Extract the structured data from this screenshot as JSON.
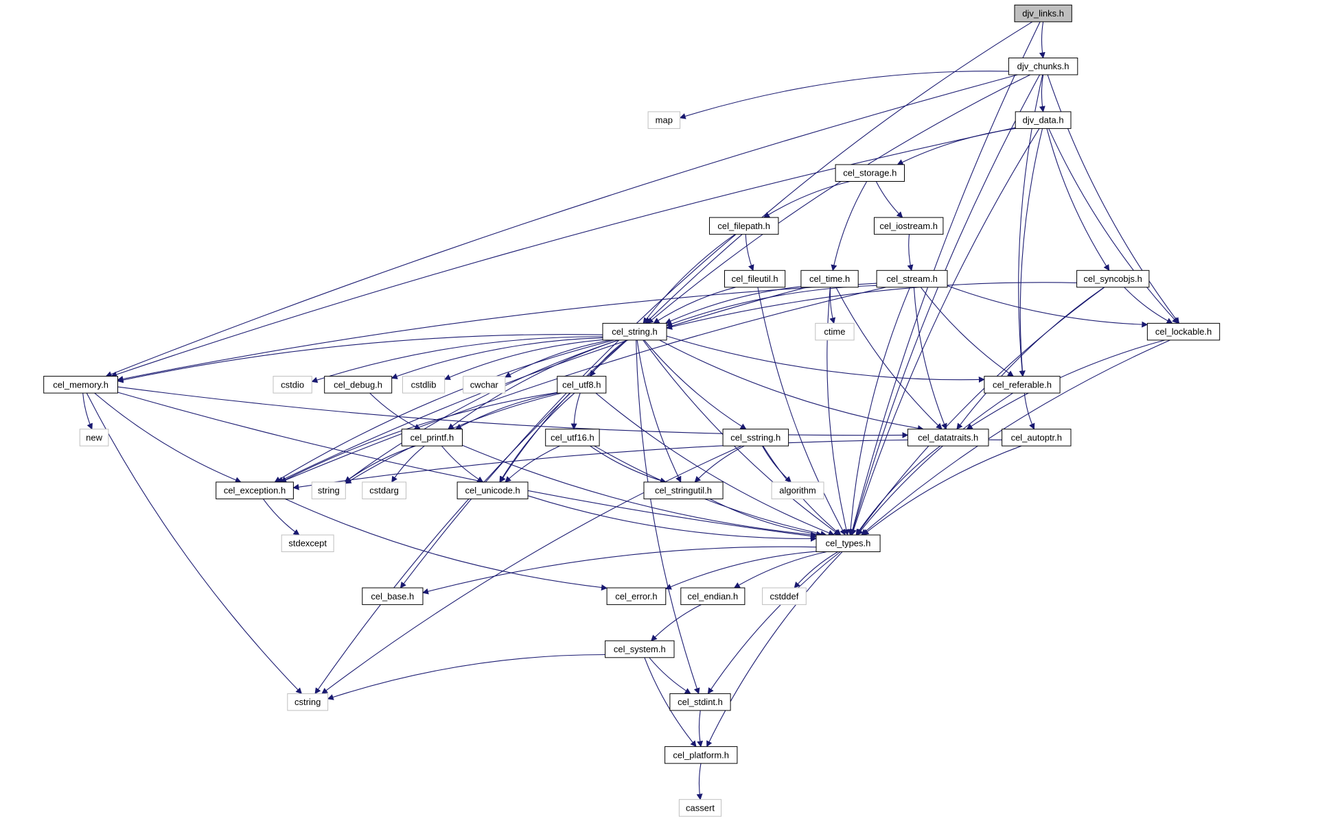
{
  "colors": {
    "edge": "#191970",
    "node_border": "#000000",
    "external_border": "#bfbfbf",
    "root_fill": "#bfbfbf",
    "background": "#ffffff"
  },
  "nodes": [
    {
      "id": "djv_links",
      "label": "djv_links.h",
      "kind": "root"
    },
    {
      "id": "djv_chunks",
      "label": "djv_chunks.h",
      "kind": "header"
    },
    {
      "id": "map",
      "label": "map",
      "kind": "external"
    },
    {
      "id": "djv_data",
      "label": "djv_data.h",
      "kind": "header"
    },
    {
      "id": "cel_storage",
      "label": "cel_storage.h",
      "kind": "header"
    },
    {
      "id": "cel_filepath",
      "label": "cel_filepath.h",
      "kind": "header"
    },
    {
      "id": "cel_iostream",
      "label": "cel_iostream.h",
      "kind": "header"
    },
    {
      "id": "cel_fileutil",
      "label": "cel_fileutil.h",
      "kind": "header"
    },
    {
      "id": "cel_time",
      "label": "cel_time.h",
      "kind": "header"
    },
    {
      "id": "cel_stream",
      "label": "cel_stream.h",
      "kind": "header"
    },
    {
      "id": "cel_syncobjs",
      "label": "cel_syncobjs.h",
      "kind": "header"
    },
    {
      "id": "ctime",
      "label": "ctime",
      "kind": "external"
    },
    {
      "id": "cel_lockable",
      "label": "cel_lockable.h",
      "kind": "header"
    },
    {
      "id": "cel_string",
      "label": "cel_string.h",
      "kind": "header"
    },
    {
      "id": "cel_memory",
      "label": "cel_memory.h",
      "kind": "header"
    },
    {
      "id": "cstdio",
      "label": "cstdio",
      "kind": "external"
    },
    {
      "id": "cel_debug",
      "label": "cel_debug.h",
      "kind": "header"
    },
    {
      "id": "cstdlib",
      "label": "cstdlib",
      "kind": "external"
    },
    {
      "id": "cwchar",
      "label": "cwchar",
      "kind": "external"
    },
    {
      "id": "cel_utf8",
      "label": "cel_utf8.h",
      "kind": "header"
    },
    {
      "id": "cel_referable",
      "label": "cel_referable.h",
      "kind": "header"
    },
    {
      "id": "new",
      "label": "new",
      "kind": "external"
    },
    {
      "id": "cel_printf",
      "label": "cel_printf.h",
      "kind": "header"
    },
    {
      "id": "cel_utf16",
      "label": "cel_utf16.h",
      "kind": "header"
    },
    {
      "id": "cel_sstring",
      "label": "cel_sstring.h",
      "kind": "header"
    },
    {
      "id": "cel_datatraits",
      "label": "cel_datatraits.h",
      "kind": "header"
    },
    {
      "id": "cel_autoptr",
      "label": "cel_autoptr.h",
      "kind": "header"
    },
    {
      "id": "cel_exception",
      "label": "cel_exception.h",
      "kind": "header"
    },
    {
      "id": "string",
      "label": "string",
      "kind": "external"
    },
    {
      "id": "cstdarg",
      "label": "cstdarg",
      "kind": "external"
    },
    {
      "id": "cel_unicode",
      "label": "cel_unicode.h",
      "kind": "header"
    },
    {
      "id": "cel_stringutil",
      "label": "cel_stringutil.h",
      "kind": "header"
    },
    {
      "id": "algorithm",
      "label": "algorithm",
      "kind": "external"
    },
    {
      "id": "stdexcept",
      "label": "stdexcept",
      "kind": "external"
    },
    {
      "id": "cel_types",
      "label": "cel_types.h",
      "kind": "header"
    },
    {
      "id": "cel_base",
      "label": "cel_base.h",
      "kind": "header"
    },
    {
      "id": "cel_error",
      "label": "cel_error.h",
      "kind": "header"
    },
    {
      "id": "cel_endian",
      "label": "cel_endian.h",
      "kind": "header"
    },
    {
      "id": "cstddef",
      "label": "cstddef",
      "kind": "external"
    },
    {
      "id": "cel_system",
      "label": "cel_system.h",
      "kind": "header"
    },
    {
      "id": "cel_stdint",
      "label": "cel_stdint.h",
      "kind": "header"
    },
    {
      "id": "cstring",
      "label": "cstring",
      "kind": "external"
    },
    {
      "id": "cel_platform",
      "label": "cel_platform.h",
      "kind": "header"
    },
    {
      "id": "cassert",
      "label": "cassert",
      "kind": "external"
    }
  ],
  "edges": [
    {
      "from": "djv_links",
      "to": "djv_chunks"
    },
    {
      "from": "djv_links",
      "to": "cel_string"
    },
    {
      "from": "djv_links",
      "to": "cel_types"
    },
    {
      "from": "djv_chunks",
      "to": "map"
    },
    {
      "from": "djv_chunks",
      "to": "djv_data"
    },
    {
      "from": "djv_chunks",
      "to": "cel_memory"
    },
    {
      "from": "djv_chunks",
      "to": "cel_string"
    },
    {
      "from": "djv_chunks",
      "to": "cel_referable"
    },
    {
      "from": "djv_chunks",
      "to": "cel_lockable"
    },
    {
      "from": "djv_chunks",
      "to": "cel_types"
    },
    {
      "from": "djv_data",
      "to": "cel_storage"
    },
    {
      "from": "djv_data",
      "to": "cel_memory"
    },
    {
      "from": "djv_data",
      "to": "cel_referable"
    },
    {
      "from": "djv_data",
      "to": "cel_syncobjs"
    },
    {
      "from": "djv_data",
      "to": "cel_lockable"
    },
    {
      "from": "djv_data",
      "to": "cel_types"
    },
    {
      "from": "cel_storage",
      "to": "cel_filepath"
    },
    {
      "from": "cel_storage",
      "to": "cel_iostream"
    },
    {
      "from": "cel_storage",
      "to": "cel_time"
    },
    {
      "from": "cel_filepath",
      "to": "cel_fileutil"
    },
    {
      "from": "cel_filepath",
      "to": "cel_string"
    },
    {
      "from": "cel_filepath",
      "to": "cel_base"
    },
    {
      "from": "cel_iostream",
      "to": "cel_stream"
    },
    {
      "from": "cel_fileutil",
      "to": "cel_string"
    },
    {
      "from": "cel_fileutil",
      "to": "cel_types"
    },
    {
      "from": "cel_time",
      "to": "ctime"
    },
    {
      "from": "cel_time",
      "to": "cel_string"
    },
    {
      "from": "cel_time",
      "to": "cel_exception"
    },
    {
      "from": "cel_time",
      "to": "cel_datatraits"
    },
    {
      "from": "cel_time",
      "to": "cel_types"
    },
    {
      "from": "cel_stream",
      "to": "cel_string"
    },
    {
      "from": "cel_stream",
      "to": "cel_memory"
    },
    {
      "from": "cel_stream",
      "to": "cel_exception"
    },
    {
      "from": "cel_stream",
      "to": "cel_referable"
    },
    {
      "from": "cel_stream",
      "to": "cel_lockable"
    },
    {
      "from": "cel_stream",
      "to": "cel_datatraits"
    },
    {
      "from": "cel_stream",
      "to": "cel_types"
    },
    {
      "from": "cel_syncobjs",
      "to": "cel_string"
    },
    {
      "from": "cel_syncobjs",
      "to": "cel_lockable"
    },
    {
      "from": "cel_syncobjs",
      "to": "cel_datatraits"
    },
    {
      "from": "cel_syncobjs",
      "to": "cel_types"
    },
    {
      "from": "cel_lockable",
      "to": "cel_datatraits"
    },
    {
      "from": "cel_lockable",
      "to": "cel_types"
    },
    {
      "from": "cel_string",
      "to": "cel_memory"
    },
    {
      "from": "cel_string",
      "to": "cstdio"
    },
    {
      "from": "cel_string",
      "to": "cel_debug"
    },
    {
      "from": "cel_string",
      "to": "cstdlib"
    },
    {
      "from": "cel_string",
      "to": "cwchar"
    },
    {
      "from": "cel_string",
      "to": "cel_utf8"
    },
    {
      "from": "cel_string",
      "to": "cel_referable"
    },
    {
      "from": "cel_string",
      "to": "cel_printf"
    },
    {
      "from": "cel_string",
      "to": "cel_sstring"
    },
    {
      "from": "cel_string",
      "to": "cel_datatraits"
    },
    {
      "from": "cel_string",
      "to": "cel_exception"
    },
    {
      "from": "cel_string",
      "to": "string"
    },
    {
      "from": "cel_string",
      "to": "cel_unicode"
    },
    {
      "from": "cel_string",
      "to": "cel_stringutil"
    },
    {
      "from": "cel_string",
      "to": "cel_types"
    },
    {
      "from": "cel_string",
      "to": "cstring"
    },
    {
      "from": "cel_string",
      "to": "cel_stdint"
    },
    {
      "from": "cel_memory",
      "to": "new"
    },
    {
      "from": "cel_memory",
      "to": "cel_exception"
    },
    {
      "from": "cel_memory",
      "to": "cel_datatraits"
    },
    {
      "from": "cel_memory",
      "to": "cel_types"
    },
    {
      "from": "cel_memory",
      "to": "cstring"
    },
    {
      "from": "cel_debug",
      "to": "cel_printf"
    },
    {
      "from": "cel_utf8",
      "to": "cel_printf"
    },
    {
      "from": "cel_utf8",
      "to": "cel_utf16"
    },
    {
      "from": "cel_utf8",
      "to": "cel_exception"
    },
    {
      "from": "cel_utf8",
      "to": "string"
    },
    {
      "from": "cel_utf8",
      "to": "cel_unicode"
    },
    {
      "from": "cel_utf8",
      "to": "cel_types"
    },
    {
      "from": "cel_referable",
      "to": "cel_autoptr"
    },
    {
      "from": "cel_referable",
      "to": "cel_types"
    },
    {
      "from": "cel_printf",
      "to": "string"
    },
    {
      "from": "cel_printf",
      "to": "cstdarg"
    },
    {
      "from": "cel_printf",
      "to": "cel_unicode"
    },
    {
      "from": "cel_printf",
      "to": "cel_types"
    },
    {
      "from": "cel_utf16",
      "to": "cel_unicode"
    },
    {
      "from": "cel_utf16",
      "to": "cel_stringutil"
    },
    {
      "from": "cel_utf16",
      "to": "cel_types"
    },
    {
      "from": "cel_sstring",
      "to": "cel_stringutil"
    },
    {
      "from": "cel_sstring",
      "to": "algorithm"
    },
    {
      "from": "cel_sstring",
      "to": "cel_types"
    },
    {
      "from": "cel_sstring",
      "to": "cstring"
    },
    {
      "from": "cel_datatraits",
      "to": "cel_types"
    },
    {
      "from": "cel_autoptr",
      "to": "cel_exception"
    },
    {
      "from": "cel_autoptr",
      "to": "cel_types"
    },
    {
      "from": "cel_exception",
      "to": "stdexcept"
    },
    {
      "from": "cel_exception",
      "to": "cel_error"
    },
    {
      "from": "cel_unicode",
      "to": "cel_types"
    },
    {
      "from": "cel_stringutil",
      "to": "cel_types"
    },
    {
      "from": "cel_types",
      "to": "cel_base"
    },
    {
      "from": "cel_types",
      "to": "cel_error"
    },
    {
      "from": "cel_types",
      "to": "cel_endian"
    },
    {
      "from": "cel_types",
      "to": "cstddef"
    },
    {
      "from": "cel_types",
      "to": "cel_stdint"
    },
    {
      "from": "cel_types",
      "to": "cel_platform"
    },
    {
      "from": "cel_endian",
      "to": "cel_system"
    },
    {
      "from": "cel_system",
      "to": "cstring"
    },
    {
      "from": "cel_system",
      "to": "cel_stdint"
    },
    {
      "from": "cel_system",
      "to": "cel_platform"
    },
    {
      "from": "cel_stdint",
      "to": "cel_platform"
    },
    {
      "from": "cel_platform",
      "to": "cassert"
    }
  ]
}
